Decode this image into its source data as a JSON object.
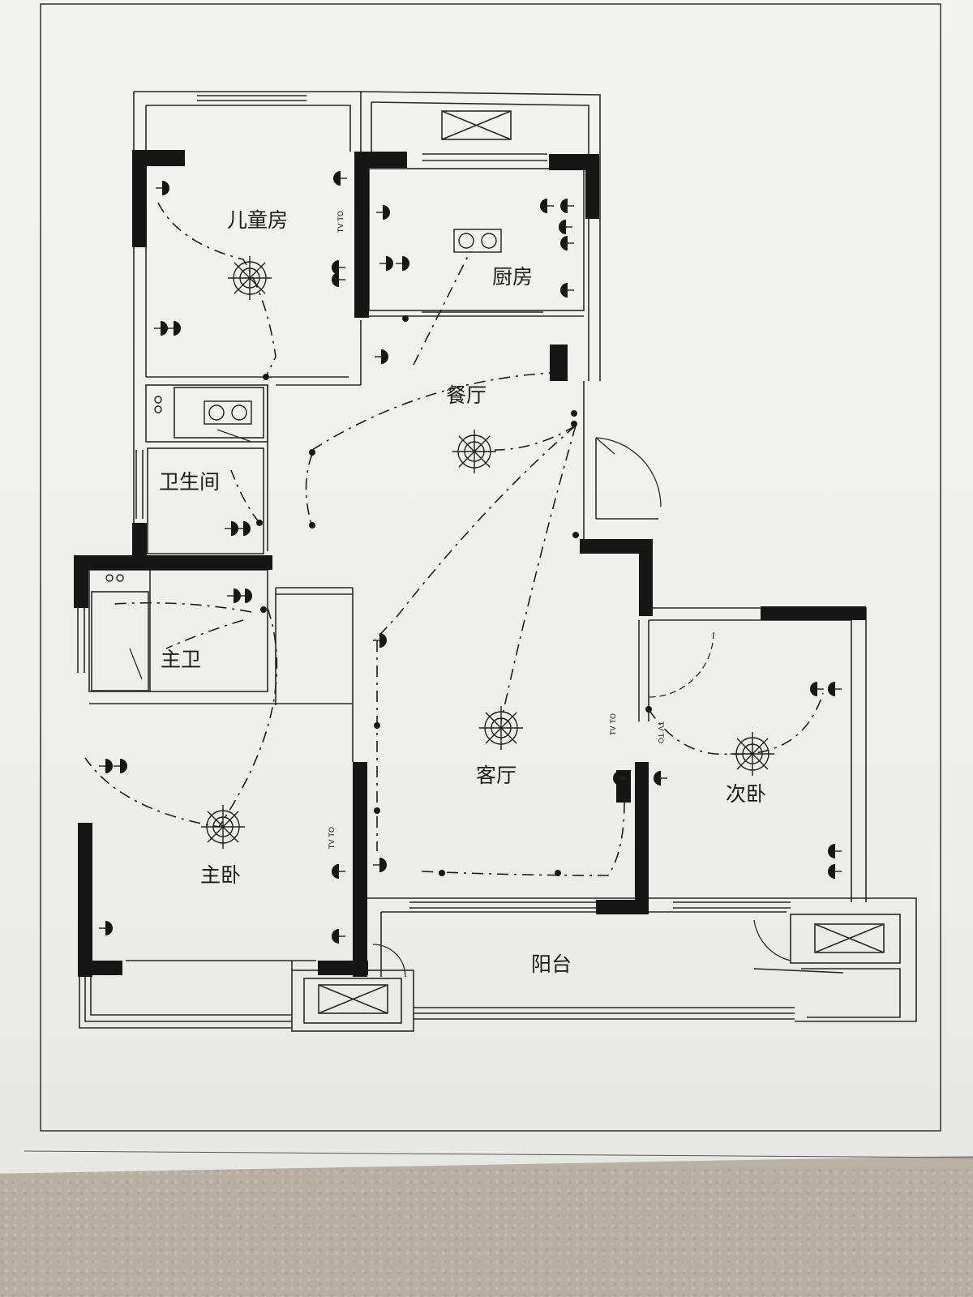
{
  "rooms": {
    "children_room": "儿童房",
    "kitchen": "厨房",
    "dining": "餐厅",
    "bathroom": "卫生间",
    "master_bath": "主卫",
    "living": "客厅",
    "second_bedroom": "次卧",
    "master_bedroom": "主卧",
    "balcony": "阳台"
  },
  "outlets": {
    "tv_to_label": "TV TO"
  },
  "colors": {
    "ink": "#161616",
    "paper": "#f1f1ef",
    "floor": "#b7b0a2"
  },
  "icons": [
    "ceiling-light-icon",
    "socket-icon",
    "switch-icon",
    "gas-stove-icon",
    "window-icon"
  ]
}
